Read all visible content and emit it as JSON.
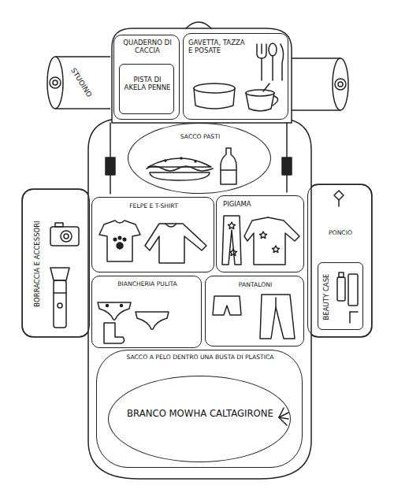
{
  "diagram": {
    "nodes": [
      {
        "text": [
          "STUOINO"
        ]
      },
      {
        "text": [
          "QUADERNO DI CACCIA"
        ]
      },
      {
        "text": [
          "PISTA DI AKELA PENNE"
        ],
        "in": 1
      },
      {
        "text": [
          "GAVETTA, TAZZA E POSATE"
        ]
      },
      {
        "text": [
          "SACCO PASTI"
        ]
      },
      {
        "text": [
          "BORRACCIA E ACCESSORI"
        ]
      },
      {
        "text": [
          "FELPE E T-SHIRT"
        ]
      },
      {
        "text": [
          "PIGIAMA"
        ]
      },
      {
        "text": [
          "PONCIO"
        ]
      },
      {
        "text": [
          "BEAUTY CASE"
        ],
        "in": 8
      },
      {
        "text": [
          "BIANCHERIA PULITA"
        ]
      },
      {
        "text": [
          "PANTALONI"
        ]
      },
      {
        "text": [
          "SACCO A PELO DENTRO UNA BUSTA DI PLASTICA"
        ]
      },
      {
        "text": [
          "BRANCO MOWHA CALTAGIRONE"
        ],
        "in": 12
      }
    ]
  }
}
